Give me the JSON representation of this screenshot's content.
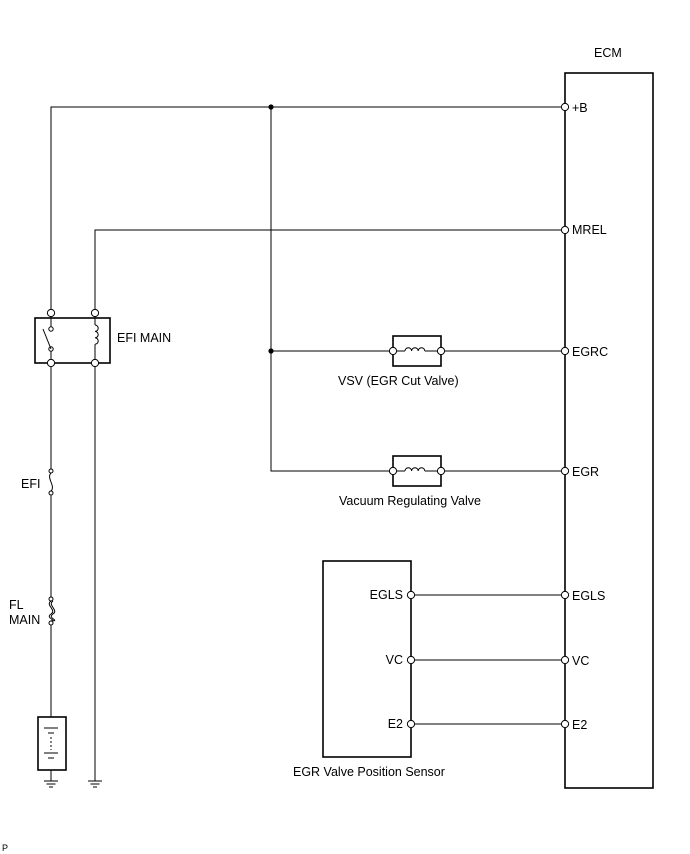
{
  "ecm": {
    "label": "ECM",
    "pins": {
      "plus_b": "+B",
      "mrel": "MREL",
      "egrc": "EGRC",
      "egr": "EGR",
      "egls": "EGLS",
      "vc": "VC",
      "e2": "E2"
    }
  },
  "relay": {
    "label": "EFI MAIN"
  },
  "fuses": {
    "efi": "EFI",
    "fl_line1": "FL",
    "fl_line2": "MAIN"
  },
  "vsv": {
    "label": "VSV (EGR Cut Valve)"
  },
  "vrv": {
    "label": "Vacuum Regulating Valve"
  },
  "sensor": {
    "label": "EGR Valve Position Sensor",
    "pins": {
      "egls": "EGLS",
      "vc": "VC",
      "e2": "E2"
    }
  },
  "footer": {
    "mark": "P"
  }
}
